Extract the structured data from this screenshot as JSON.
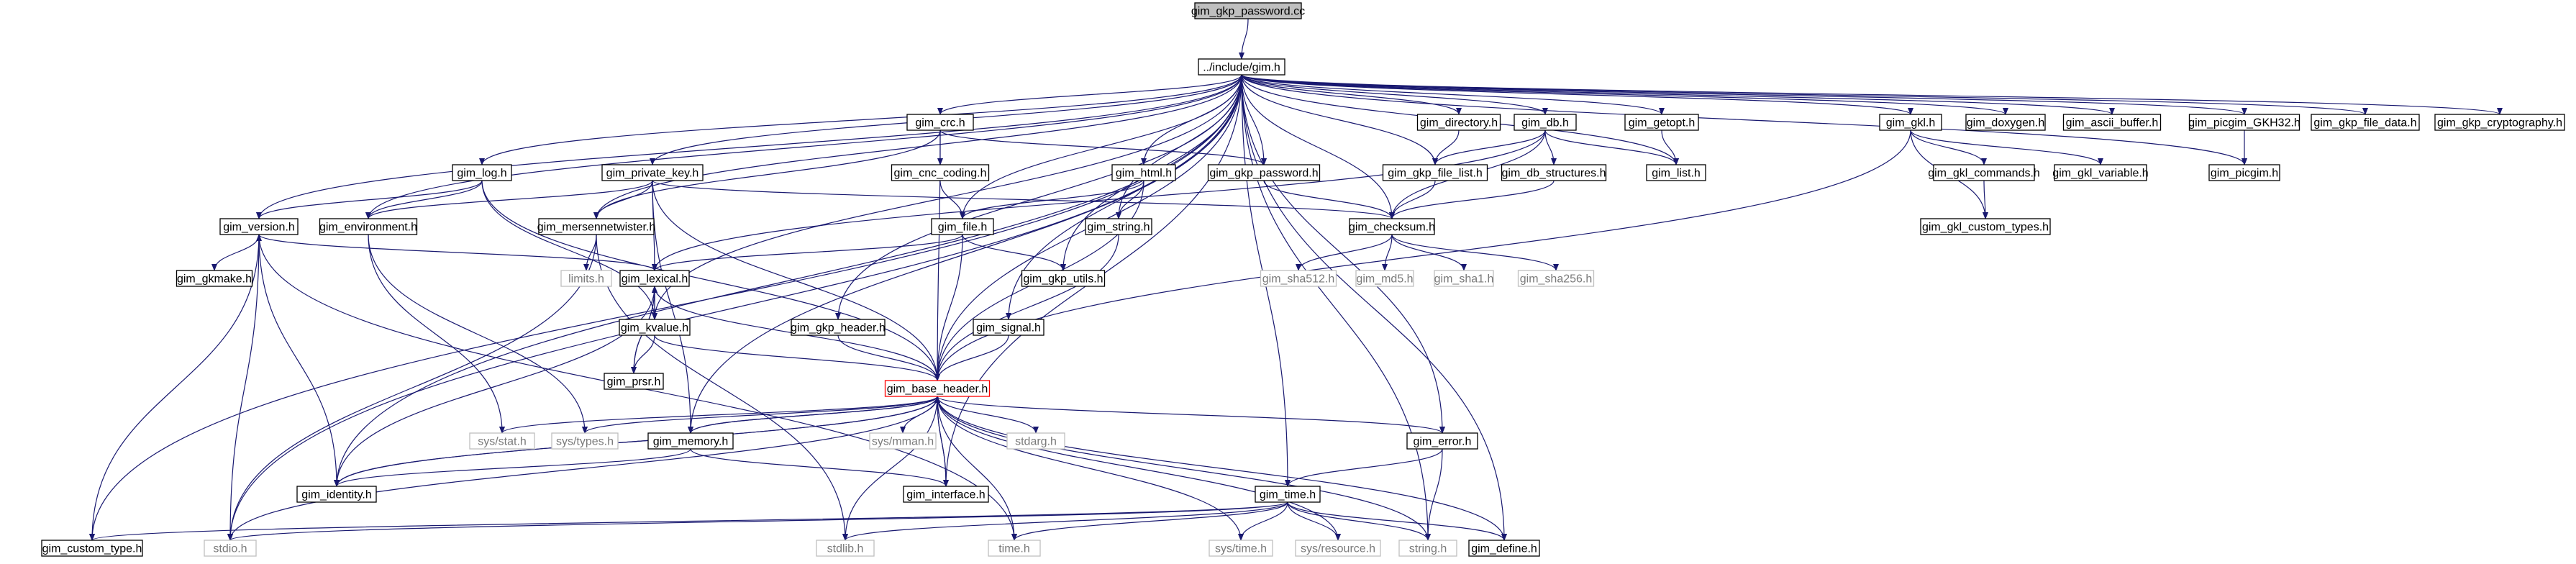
{
  "colors": {
    "edge": "#191970",
    "node_border": "#000000",
    "node_fill": "#ffffff",
    "root_fill": "#bfbfbf",
    "missing_border": "#bfbfbf",
    "missing_text": "#7a7a7a",
    "highlight_border": "#ff0000"
  },
  "root_id": "gim_gkp_password_cc",
  "nodes": [
    {
      "id": "gim_gkp_password_cc",
      "label": "gim_gkp_password.cc",
      "kind": "root"
    },
    {
      "id": "include_gim_h",
      "label": "../include/gim.h",
      "kind": "file"
    },
    {
      "id": "gim_crc_h",
      "label": "gim_crc.h",
      "kind": "file"
    },
    {
      "id": "gim_directory_h",
      "label": "gim_directory.h",
      "kind": "file"
    },
    {
      "id": "gim_db_h",
      "label": "gim_db.h",
      "kind": "file"
    },
    {
      "id": "gim_getopt_h",
      "label": "gim_getopt.h",
      "kind": "file"
    },
    {
      "id": "gim_gkl_h",
      "label": "gim_gkl.h",
      "kind": "file"
    },
    {
      "id": "gim_doxygen_h",
      "label": "gim_doxygen.h",
      "kind": "file"
    },
    {
      "id": "gim_ascii_buffer_h",
      "label": "gim_ascii_buffer.h",
      "kind": "file"
    },
    {
      "id": "gim_picgim_gkh32_h",
      "label": "gim_picgim_GKH32.h",
      "kind": "file"
    },
    {
      "id": "gim_gkp_file_data_h",
      "label": "gim_gkp_file_data.h",
      "kind": "file"
    },
    {
      "id": "gim_gkp_cryptography_h",
      "label": "gim_gkp_cryptography.h",
      "kind": "file"
    },
    {
      "id": "gim_log_h",
      "label": "gim_log.h",
      "kind": "file"
    },
    {
      "id": "gim_private_key_h",
      "label": "gim_private_key.h",
      "kind": "file"
    },
    {
      "id": "gim_cnc_coding_h",
      "label": "gim_cnc_coding.h",
      "kind": "file"
    },
    {
      "id": "gim_gkp_password_h",
      "label": "gim_gkp_password.h",
      "kind": "file"
    },
    {
      "id": "gim_html_h",
      "label": "gim_html.h",
      "kind": "file"
    },
    {
      "id": "gim_gkp_file_list_h",
      "label": "gim_gkp_file_list.h",
      "kind": "file"
    },
    {
      "id": "gim_db_structures_h",
      "label": "gim_db_structures.h",
      "kind": "file"
    },
    {
      "id": "gim_list_h",
      "label": "gim_list.h",
      "kind": "file"
    },
    {
      "id": "gim_gkl_commands_h",
      "label": "gim_gkl_commands.h",
      "kind": "file"
    },
    {
      "id": "gim_gkl_variable_h",
      "label": "gim_gkl_variable.h",
      "kind": "file"
    },
    {
      "id": "gim_picgim_h",
      "label": "gim_picgim.h",
      "kind": "file"
    },
    {
      "id": "gim_gkl_custom_types_h",
      "label": "gim_gkl_custom_types.h",
      "kind": "file"
    },
    {
      "id": "gim_version_h",
      "label": "gim_version.h",
      "kind": "file"
    },
    {
      "id": "gim_environment_h",
      "label": "gim_environment.h",
      "kind": "file"
    },
    {
      "id": "gim_mersennetwister_h",
      "label": "gim_mersennetwister.h",
      "kind": "file"
    },
    {
      "id": "gim_file_h",
      "label": "gim_file.h",
      "kind": "file"
    },
    {
      "id": "gim_string_h",
      "label": "gim_string.h",
      "kind": "file"
    },
    {
      "id": "gim_checksum_h",
      "label": "gim_checksum.h",
      "kind": "file"
    },
    {
      "id": "gim_gkmake_h",
      "label": "gim_gkmake.h",
      "kind": "file"
    },
    {
      "id": "limits_h",
      "label": "limits.h",
      "kind": "missing"
    },
    {
      "id": "gim_lexical_h",
      "label": "gim_lexical.h",
      "kind": "file"
    },
    {
      "id": "gim_gkp_utils_h",
      "label": "gim_gkp_utils.h",
      "kind": "file"
    },
    {
      "id": "gim_sha512_h",
      "label": "gim_sha512.h",
      "kind": "missing"
    },
    {
      "id": "gim_md5_h",
      "label": "gim_md5.h",
      "kind": "missing"
    },
    {
      "id": "gim_sha1_h",
      "label": "gim_sha1.h",
      "kind": "missing"
    },
    {
      "id": "gim_sha256_h",
      "label": "gim_sha256.h",
      "kind": "missing"
    },
    {
      "id": "gim_gkp_header_h",
      "label": "gim_gkp_header.h",
      "kind": "file"
    },
    {
      "id": "gim_signal_h",
      "label": "gim_signal.h",
      "kind": "file"
    },
    {
      "id": "gim_kvalue_h",
      "label": "gim_kvalue.h",
      "kind": "file"
    },
    {
      "id": "gim_prsr_h",
      "label": "gim_prsr.h",
      "kind": "file"
    },
    {
      "id": "gim_base_header_h",
      "label": "gim_base_header.h",
      "kind": "highlight"
    },
    {
      "id": "sys_stat_h",
      "label": "sys/stat.h",
      "kind": "missing"
    },
    {
      "id": "sys_types_h",
      "label": "sys/types.h",
      "kind": "missing"
    },
    {
      "id": "gim_memory_h",
      "label": "gim_memory.h",
      "kind": "file"
    },
    {
      "id": "sys_mman_h",
      "label": "sys/mman.h",
      "kind": "missing"
    },
    {
      "id": "stdarg_h",
      "label": "stdarg.h",
      "kind": "missing"
    },
    {
      "id": "gim_error_h",
      "label": "gim_error.h",
      "kind": "file"
    },
    {
      "id": "gim_identity_h",
      "label": "gim_identity.h",
      "kind": "file"
    },
    {
      "id": "gim_interface_h",
      "label": "gim_interface.h",
      "kind": "file"
    },
    {
      "id": "gim_time_h",
      "label": "gim_time.h",
      "kind": "file"
    },
    {
      "id": "gim_custom_type_h",
      "label": "gim_custom_type.h",
      "kind": "file"
    },
    {
      "id": "stdio_h",
      "label": "stdio.h",
      "kind": "missing"
    },
    {
      "id": "stdlib_h",
      "label": "stdlib.h",
      "kind": "missing"
    },
    {
      "id": "time_h",
      "label": "time.h",
      "kind": "missing"
    },
    {
      "id": "sys_time_h",
      "label": "sys/time.h",
      "kind": "missing"
    },
    {
      "id": "sys_resource_h",
      "label": "sys/resource.h",
      "kind": "missing"
    },
    {
      "id": "string_h",
      "label": "string.h",
      "kind": "missing"
    },
    {
      "id": "gim_define_h",
      "label": "gim_define.h",
      "kind": "file"
    }
  ],
  "edges": [
    [
      "gim_gkp_password_cc",
      "include_gim_h"
    ],
    [
      "include_gim_h",
      "gim_crc_h"
    ],
    [
      "include_gim_h",
      "gim_directory_h"
    ],
    [
      "include_gim_h",
      "gim_db_h"
    ],
    [
      "include_gim_h",
      "gim_getopt_h"
    ],
    [
      "include_gim_h",
      "gim_gkl_h"
    ],
    [
      "include_gim_h",
      "gim_doxygen_h"
    ],
    [
      "include_gim_h",
      "gim_ascii_buffer_h"
    ],
    [
      "include_gim_h",
      "gim_picgim_gkh32_h"
    ],
    [
      "include_gim_h",
      "gim_gkp_file_data_h"
    ],
    [
      "include_gim_h",
      "gim_gkp_cryptography_h"
    ],
    [
      "include_gim_h",
      "gim_log_h"
    ],
    [
      "include_gim_h",
      "gim_private_key_h"
    ],
    [
      "include_gim_h",
      "gim_gkp_password_h"
    ],
    [
      "include_gim_h",
      "gim_html_h"
    ],
    [
      "include_gim_h",
      "gim_gkp_file_list_h"
    ],
    [
      "include_gim_h",
      "gim_list_h"
    ],
    [
      "include_gim_h",
      "gim_picgim_h"
    ],
    [
      "include_gim_h",
      "gim_version_h"
    ],
    [
      "include_gim_h",
      "gim_environment_h"
    ],
    [
      "include_gim_h",
      "gim_mersennetwister_h"
    ],
    [
      "include_gim_h",
      "gim_file_h"
    ],
    [
      "include_gim_h",
      "gim_string_h"
    ],
    [
      "include_gim_h",
      "gim_checksum_h"
    ],
    [
      "include_gim_h",
      "gim_gkp_utils_h"
    ],
    [
      "include_gim_h",
      "gim_gkp_header_h"
    ],
    [
      "include_gim_h",
      "gim_signal_h"
    ],
    [
      "include_gim_h",
      "gim_kvalue_h"
    ],
    [
      "include_gim_h",
      "gim_base_header_h"
    ],
    [
      "include_gim_h",
      "gim_memory_h"
    ],
    [
      "include_gim_h",
      "gim_identity_h"
    ],
    [
      "include_gim_h",
      "gim_interface_h"
    ],
    [
      "include_gim_h",
      "gim_error_h"
    ],
    [
      "include_gim_h",
      "gim_time_h"
    ],
    [
      "include_gim_h",
      "gim_custom_type_h"
    ],
    [
      "include_gim_h",
      "stdio_h"
    ],
    [
      "include_gim_h",
      "string_h"
    ],
    [
      "include_gim_h",
      "gim_define_h"
    ],
    [
      "gim_crc_h",
      "gim_cnc_coding_h"
    ],
    [
      "gim_crc_h",
      "gim_gkp_password_h"
    ],
    [
      "gim_crc_h",
      "gim_mersennetwister_h"
    ],
    [
      "gim_crc_h",
      "gim_base_header_h"
    ],
    [
      "gim_directory_h",
      "gim_gkp_file_list_h"
    ],
    [
      "gim_db_h",
      "gim_gkp_file_list_h"
    ],
    [
      "gim_db_h",
      "gim_db_structures_h"
    ],
    [
      "gim_db_h",
      "gim_list_h"
    ],
    [
      "gim_db_h",
      "gim_checksum_h"
    ],
    [
      "gim_db_h",
      "gim_lexical_h"
    ],
    [
      "gim_getopt_h",
      "gim_list_h"
    ],
    [
      "gim_gkl_h",
      "gim_gkl_commands_h"
    ],
    [
      "gim_gkl_h",
      "gim_gkl_variable_h"
    ],
    [
      "gim_gkl_h",
      "gim_gkl_custom_types_h"
    ],
    [
      "gim_gkl_h",
      "gim_base_header_h"
    ],
    [
      "gim_picgim_gkh32_h",
      "gim_picgim_h"
    ],
    [
      "gim_gkl_commands_h",
      "gim_gkl_custom_types_h"
    ],
    [
      "gim_log_h",
      "gim_version_h"
    ],
    [
      "gim_log_h",
      "gim_environment_h"
    ],
    [
      "gim_log_h",
      "gim_kvalue_h"
    ],
    [
      "gim_log_h",
      "gim_base_header_h"
    ],
    [
      "gim_private_key_h",
      "gim_environment_h"
    ],
    [
      "gim_private_key_h",
      "gim_mersennetwister_h"
    ],
    [
      "gim_private_key_h",
      "gim_lexical_h"
    ],
    [
      "gim_private_key_h",
      "gim_checksum_h"
    ],
    [
      "gim_private_key_h",
      "gim_base_header_h"
    ],
    [
      "gim_private_key_h",
      "gim_memory_h"
    ],
    [
      "gim_cnc_coding_h",
      "gim_file_h"
    ],
    [
      "gim_gkp_password_h",
      "gim_checksum_h"
    ],
    [
      "gim_html_h",
      "gim_file_h"
    ],
    [
      "gim_html_h",
      "gim_string_h"
    ],
    [
      "gim_html_h",
      "gim_base_header_h"
    ],
    [
      "gim_gkp_file_list_h",
      "gim_checksum_h"
    ],
    [
      "gim_db_structures_h",
      "gim_checksum_h"
    ],
    [
      "gim_version_h",
      "gim_gkmake_h"
    ],
    [
      "gim_version_h",
      "gim_lexical_h"
    ],
    [
      "gim_version_h",
      "gim_custom_type_h"
    ],
    [
      "gim_version_h",
      "stdio_h"
    ],
    [
      "gim_version_h",
      "time_h"
    ],
    [
      "gim_environment_h",
      "sys_stat_h"
    ],
    [
      "gim_environment_h",
      "sys_types_h"
    ],
    [
      "gim_mersennetwister_h",
      "limits_h"
    ],
    [
      "gim_mersennetwister_h",
      "stdio_h"
    ],
    [
      "gim_mersennetwister_h",
      "stdlib_h"
    ],
    [
      "gim_file_h",
      "gim_lexical_h"
    ],
    [
      "gim_file_h",
      "gim_gkp_utils_h"
    ],
    [
      "gim_file_h",
      "gim_base_header_h"
    ],
    [
      "gim_string_h",
      "gim_base_header_h"
    ],
    [
      "gim_checksum_h",
      "gim_sha512_h"
    ],
    [
      "gim_checksum_h",
      "gim_md5_h"
    ],
    [
      "gim_checksum_h",
      "gim_sha1_h"
    ],
    [
      "gim_checksum_h",
      "gim_sha256_h"
    ],
    [
      "gim_lexical_h",
      "gim_kvalue_h"
    ],
    [
      "gim_lexical_h",
      "gim_prsr_h"
    ],
    [
      "gim_lexical_h",
      "gim_base_header_h"
    ],
    [
      "gim_kvalue_h",
      "gim_lexical_h"
    ],
    [
      "gim_kvalue_h",
      "gim_prsr_h"
    ],
    [
      "gim_kvalue_h",
      "gim_base_header_h"
    ],
    [
      "gim_prsr_h",
      "gim_lexical_h"
    ],
    [
      "gim_gkp_header_h",
      "gim_base_header_h"
    ],
    [
      "gim_signal_h",
      "gim_base_header_h"
    ],
    [
      "gim_base_header_h",
      "sys_stat_h"
    ],
    [
      "gim_base_header_h",
      "sys_types_h"
    ],
    [
      "gim_base_header_h",
      "gim_memory_h"
    ],
    [
      "gim_base_header_h",
      "sys_mman_h"
    ],
    [
      "gim_base_header_h",
      "stdarg_h"
    ],
    [
      "gim_base_header_h",
      "gim_error_h"
    ],
    [
      "gim_base_header_h",
      "gim_identity_h"
    ],
    [
      "gim_base_header_h",
      "gim_interface_h"
    ],
    [
      "gim_base_header_h",
      "stdio_h"
    ],
    [
      "gim_base_header_h",
      "stdlib_h"
    ],
    [
      "gim_base_header_h",
      "time_h"
    ],
    [
      "gim_base_header_h",
      "sys_time_h"
    ],
    [
      "gim_base_header_h",
      "sys_resource_h"
    ],
    [
      "gim_base_header_h",
      "string_h"
    ],
    [
      "gim_base_header_h",
      "gim_define_h"
    ],
    [
      "gim_memory_h",
      "gim_identity_h"
    ],
    [
      "gim_memory_h",
      "gim_interface_h"
    ],
    [
      "gim_memory_h",
      "gim_base_header_h"
    ],
    [
      "gim_identity_h",
      "gim_lexical_h"
    ],
    [
      "gim_identity_h",
      "gim_version_h"
    ],
    [
      "gim_identity_h",
      "gim_base_header_h"
    ],
    [
      "gim_interface_h",
      "gim_base_header_h"
    ],
    [
      "gim_error_h",
      "gim_time_h"
    ],
    [
      "gim_error_h",
      "string_h"
    ],
    [
      "gim_time_h",
      "gim_custom_type_h"
    ],
    [
      "gim_time_h",
      "stdio_h"
    ],
    [
      "gim_time_h",
      "stdlib_h"
    ],
    [
      "gim_time_h",
      "time_h"
    ],
    [
      "gim_time_h",
      "sys_time_h"
    ],
    [
      "gim_time_h",
      "sys_resource_h"
    ],
    [
      "gim_time_h",
      "string_h"
    ],
    [
      "gim_time_h",
      "gim_define_h"
    ]
  ]
}
